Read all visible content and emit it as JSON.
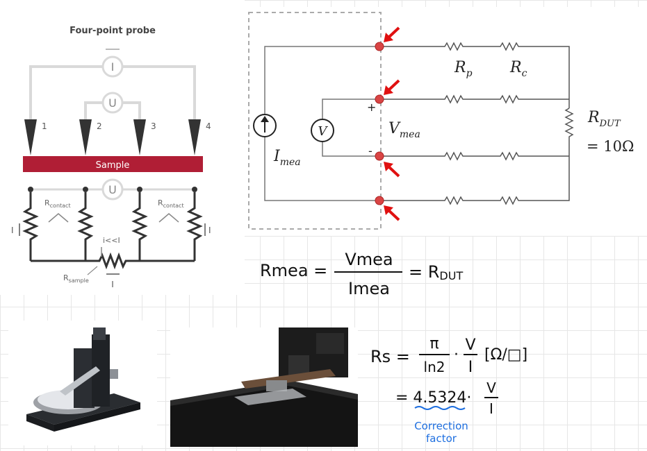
{
  "probe": {
    "title": "Four-point probe",
    "current_label": "I",
    "voltage_label": "U",
    "pins": [
      "1",
      "2",
      "3",
      "4"
    ],
    "sample_label": "Sample",
    "lower_voltage_label": "U",
    "r_contact": "R",
    "r_contact_sub": "contact",
    "r_sample": "R",
    "r_sample_sub": "sample",
    "small_current": "i<<I",
    "current_arrow_label": "I",
    "colors": {
      "sample": "#b01e35",
      "probe": "#333333",
      "wire": "#d9d9d9"
    }
  },
  "circuit": {
    "rp": "R",
    "rp_sub": "p",
    "rc": "R",
    "rc_sub": "c",
    "rdut": "R",
    "rdut_sub": "DUT",
    "rdut_value": "= 10Ω",
    "vmeter": "V",
    "vmea": "V",
    "vmea_sub": "mea",
    "imea": "I",
    "imea_sub": "mea",
    "plus": "+",
    "minus": "-",
    "colors": {
      "arrow": "#e01010",
      "node": "#d94545"
    }
  },
  "eq1": {
    "lhs": "Rmea =",
    "num": "Vmea",
    "den": "Imea",
    "rhs": "= R",
    "rhs_sub": "DUT"
  },
  "eq2": {
    "lhs": "Rs =",
    "pi": "π",
    "ln2": "ln2",
    "dot": "·",
    "v": "V",
    "i": "I",
    "unit": "[Ω/□]",
    "eq": "= 4.5324·",
    "v2": "V",
    "i2": "I",
    "note_line1": "Correction",
    "note_line2": "factor",
    "colors": {
      "note": "#1e6fe0"
    }
  }
}
